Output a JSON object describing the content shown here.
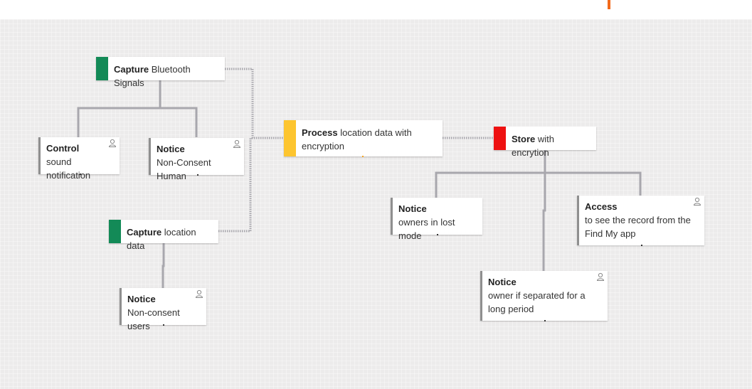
{
  "colors": {
    "green": "#138a57",
    "yellow": "#fdc52f",
    "red": "#ee1111",
    "link": "#a8a7ad",
    "accent": "#f26a1b"
  },
  "nodes": {
    "capture_bt": {
      "verb": "Capture",
      "text": "Bluetooth Signals"
    },
    "capture_loc": {
      "verb": "Capture",
      "text": "location data"
    },
    "process": {
      "verb": "Process",
      "text": "location data with encryption"
    },
    "store": {
      "verb": "Store",
      "text": "with encrytion"
    },
    "control_sound": {
      "verb": "Control",
      "text": "sound notification",
      "icon": "user-icon"
    },
    "notice_nonconsent_human": {
      "verb": "Notice",
      "text": "Non-Consent Human",
      "icon": "user-icon"
    },
    "notice_nonconsent_users": {
      "verb": "Notice",
      "text": "Non-consent users",
      "icon": "user-icon"
    },
    "notice_lost_mode": {
      "verb": "Notice",
      "text": "owners in lost mode"
    },
    "access_record": {
      "verb": "Access",
      "text": "to see the record from the Find My app",
      "icon": "user-icon"
    },
    "notice_separated": {
      "verb": "Notice",
      "text": "owner if separated for a long period",
      "icon": "user-icon"
    }
  }
}
